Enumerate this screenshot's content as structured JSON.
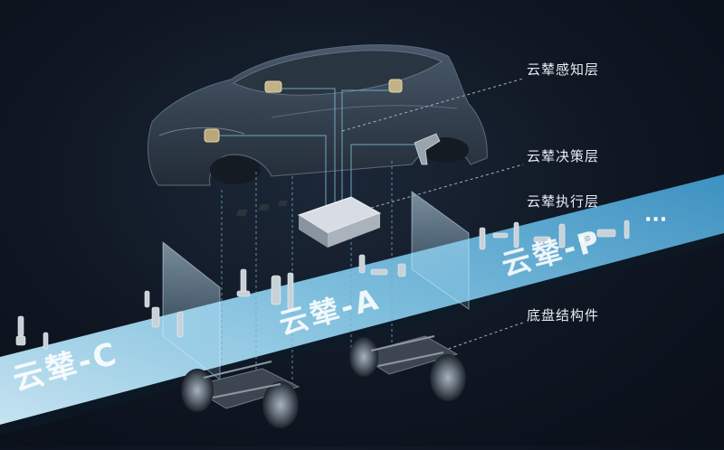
{
  "layers": {
    "perception": "云辇感知层",
    "decision": "云辇决策层",
    "execution": "云辇执行层",
    "chassis": "底盘结构件"
  },
  "band": {
    "labels": [
      "云辇-C",
      "云辇-A",
      "云辇-P"
    ],
    "ellipsis": "···"
  },
  "colors": {
    "background": "#0f1622",
    "band": "#8fd1ef",
    "car_body": "#3a4858",
    "label": "#e6ebf2"
  }
}
